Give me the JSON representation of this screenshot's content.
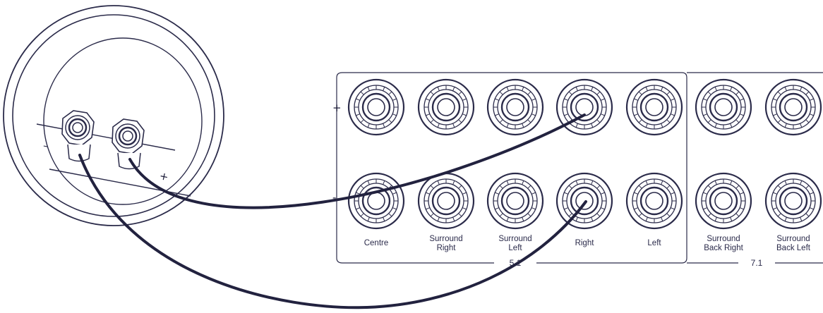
{
  "speaker": {
    "minus_sign": "–",
    "plus_sign": "+"
  },
  "panel": {
    "plus_sign": "+",
    "minus_sign": "-",
    "group_5_1_label": "5.1",
    "group_7_1_label": "7.1",
    "channels": [
      {
        "line1": "Centre",
        "line2": ""
      },
      {
        "line1": "Surround",
        "line2": "Right"
      },
      {
        "line1": "Surround",
        "line2": "Left"
      },
      {
        "line1": "Right",
        "line2": ""
      },
      {
        "line1": "Left",
        "line2": ""
      },
      {
        "line1": "Surround",
        "line2": "Back Right"
      },
      {
        "line1": "Surround",
        "line2": "Back Left"
      }
    ]
  },
  "colors": {
    "outline": "#2b2b4a",
    "wire": "#22223f",
    "terminal_fill": "#ffffff"
  }
}
